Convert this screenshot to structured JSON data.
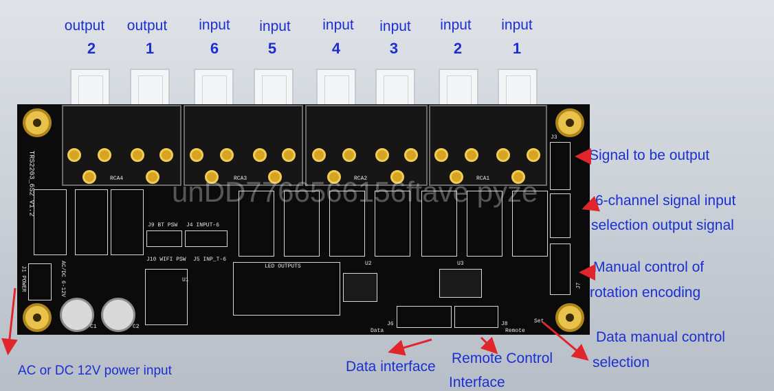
{
  "top_labels": [
    {
      "word": "output",
      "num": "2"
    },
    {
      "word": "output",
      "num": "1"
    },
    {
      "word": "input",
      "num": "6"
    },
    {
      "word": "input",
      "num": "5"
    },
    {
      "word": "input",
      "num": "4"
    },
    {
      "word": "input",
      "num": "3"
    },
    {
      "word": "input",
      "num": "2"
    },
    {
      "word": "input",
      "num": "1"
    }
  ],
  "side_labels": {
    "signal_output": "Signal to be output",
    "channel_select_1": "6-channel signal input",
    "channel_select_2": "selection output signal",
    "manual_rotation_1": "Manual control of",
    "manual_rotation_2": "rotation encoding",
    "data_manual_1": "Data manual control",
    "data_manual_2": "selection",
    "power_input": "AC or DC 12V power input",
    "data_interface": "Data interface",
    "remote_1": "Remote Control",
    "remote_2": "Interface"
  },
  "board_silkscreen": {
    "model": "TRS2203_6S2 V1.2",
    "rca": [
      "RCA4",
      "RCA3",
      "RCA2",
      "RCA1"
    ],
    "j3": "J3",
    "j7": "J7",
    "power": "J1 POWER",
    "acdc": "AC/DC 6-12V",
    "j9": "J9  BT PSW",
    "j4": "J4  INPUT-6",
    "j10": "J10 WIFI PSW",
    "j5": "J5  INP_T-6",
    "led": "LED OUTPUTS",
    "u1": "U1",
    "u2": "U2",
    "u3": "U3",
    "data": "Data",
    "remote": "Remote",
    "set": "Set",
    "c1": "C1",
    "c2": "C2",
    "j6": "J6",
    "j8": "J8"
  },
  "watermark": "unDD7766566156ftave pyze",
  "colors": {
    "label": "#1b2fd0",
    "arrow": "#e0262b",
    "board": "#0b0b0b",
    "gold": "#d6a422"
  }
}
